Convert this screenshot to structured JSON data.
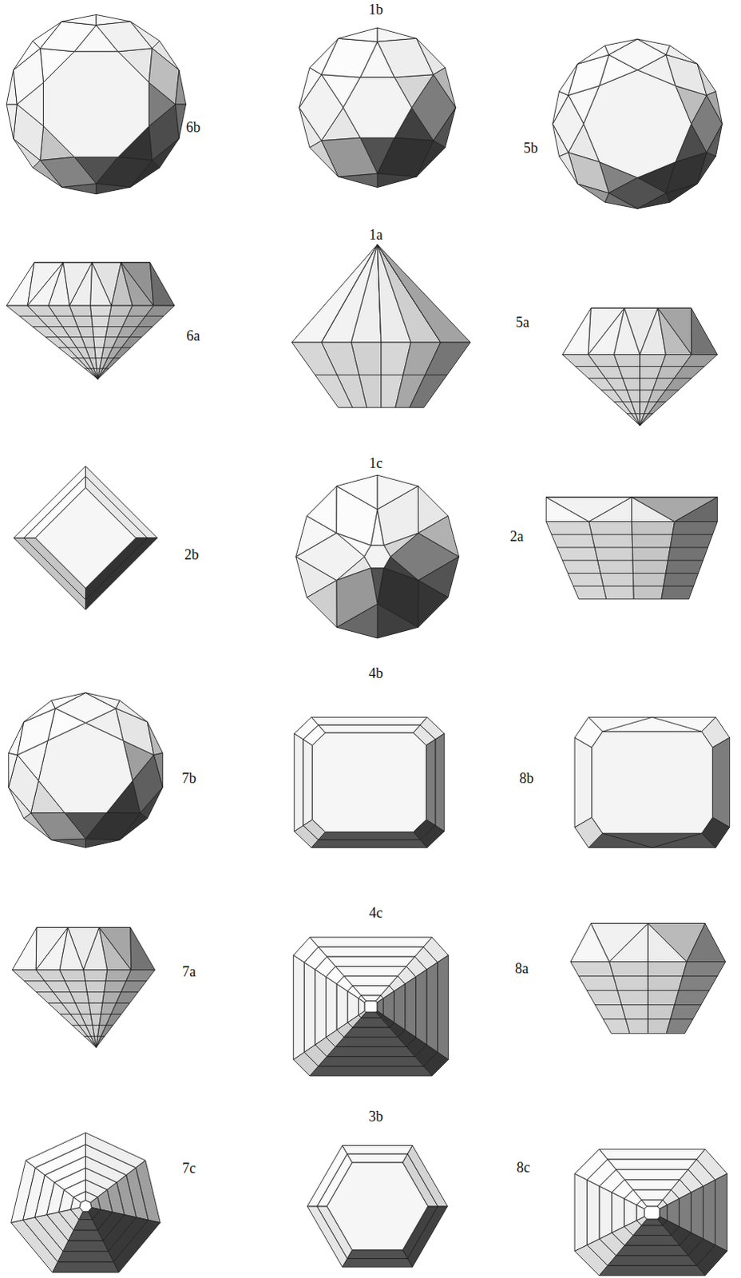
{
  "diagram": {
    "labels": [
      "1b",
      "6b",
      "5b",
      "1a",
      "6a",
      "5a",
      "1c",
      "2b",
      "2a",
      "4b",
      "7b",
      "8b",
      "4c",
      "7a",
      "8a",
      "3b",
      "7c",
      "8c"
    ]
  }
}
